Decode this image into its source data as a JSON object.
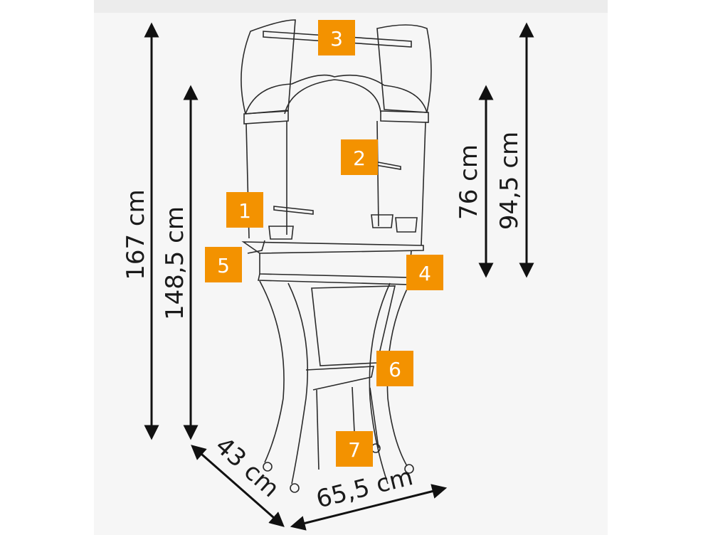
{
  "dimensions": {
    "total_height": "167 cm",
    "stand_height": "148,5 cm",
    "cage_body_height": "76 cm",
    "cage_full_height": "94,5 cm",
    "depth": "43 cm",
    "width": "65,5 cm"
  },
  "badges": [
    "1",
    "2",
    "3",
    "4",
    "5",
    "6",
    "7"
  ],
  "colors": {
    "badge": "#f39200",
    "line": "#2b2b2b",
    "background": "#f6f6f6"
  }
}
